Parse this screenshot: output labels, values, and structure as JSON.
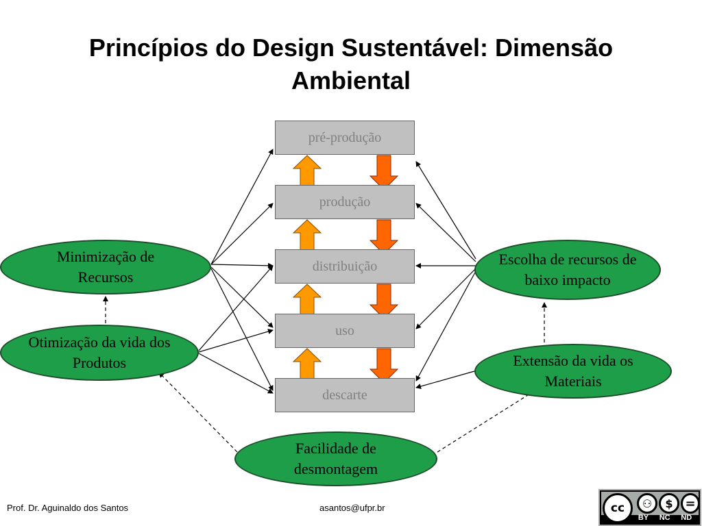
{
  "title": "Princípios do Design Sustentável: Dimensão Ambiental",
  "stages": [
    "pré-produção",
    "produção",
    "distribuição",
    "uso",
    "descarte"
  ],
  "strategies": {
    "minimizacao": "Minimização de Recursos",
    "otimizacao": "Otimização da vida dos  Produtos",
    "escolha": "Escolha de recursos de baixo impacto",
    "extensao": "Extensão da vida os Materiais",
    "facilidade": "Facilidade de desmontagem"
  },
  "footer": {
    "author": "Prof. Dr. Aguinaldo dos Santos",
    "email": "asantos@ufpr.br"
  },
  "license": {
    "labels": [
      "BY",
      "NC",
      "ND"
    ],
    "symbols": [
      "cc",
      "person",
      "dollar-strike",
      "equals"
    ]
  },
  "colors": {
    "oval_fill": "#1f9e49",
    "stage_fill": "#c0c0c0",
    "up_arrow": "#ff9900",
    "down_arrow": "#ff6600"
  }
}
